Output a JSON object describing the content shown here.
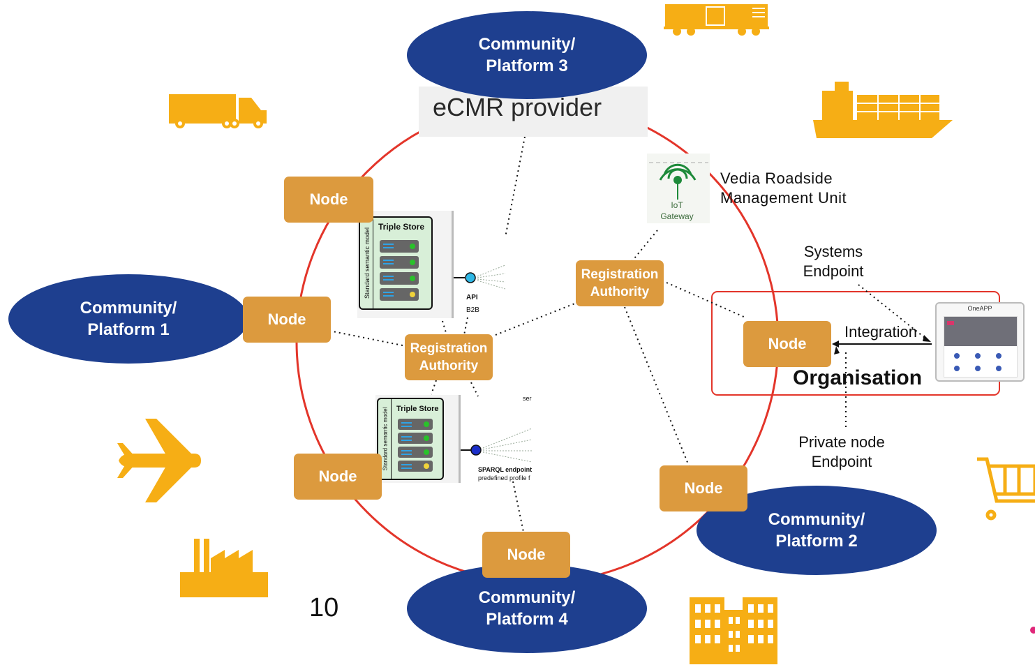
{
  "communities": {
    "c1": "Community/\nPlatform 1",
    "c2": "Community/\nPlatform 2",
    "c3": "Community/\nPlatform 3",
    "c4": "Community/\nPlatform 4"
  },
  "nodes": {
    "n1": "Node",
    "n2": "Node",
    "n3": "Node",
    "n4": "Node",
    "n5": "Node",
    "n6": "Node"
  },
  "registration_authority": {
    "ra1": "Registration\nAuthority",
    "ra2": "Registration\nAuthority"
  },
  "ecmr": "eCMR provider",
  "iot": {
    "line1": "IoT",
    "line2": "Gateway"
  },
  "vedia": "Vedia Roadside\nManagement Unit",
  "systems_endpoint": "Systems\nEndpoint",
  "integration": "Integration",
  "organisation": "Organisation",
  "private_endpoint": "Private node\nEndpoint",
  "oneapp": {
    "title": "OneAPP"
  },
  "triple_store_top": {
    "title": "Triple Store",
    "vertical": "Standard semantic model",
    "api": "API",
    "b2b": "B2B"
  },
  "triple_store_bottom": {
    "title": "Triple Store",
    "vertical": "Standard semantic model",
    "sparql": "SPARQL endpoint",
    "profile": "predefined profile f",
    "ser": "ser"
  },
  "page_number": "10",
  "colors": {
    "community": "#1e3f8f",
    "node": "#dc9a3e",
    "ring": "#e3352a",
    "icon": "#f6ae15",
    "org_border": "#e3352a"
  },
  "icons": [
    "truck-icon",
    "train-icon",
    "ship-icon",
    "airplane-icon",
    "factory-icon",
    "building-icon",
    "shopping-cart-icon",
    "iot-antenna-icon"
  ]
}
